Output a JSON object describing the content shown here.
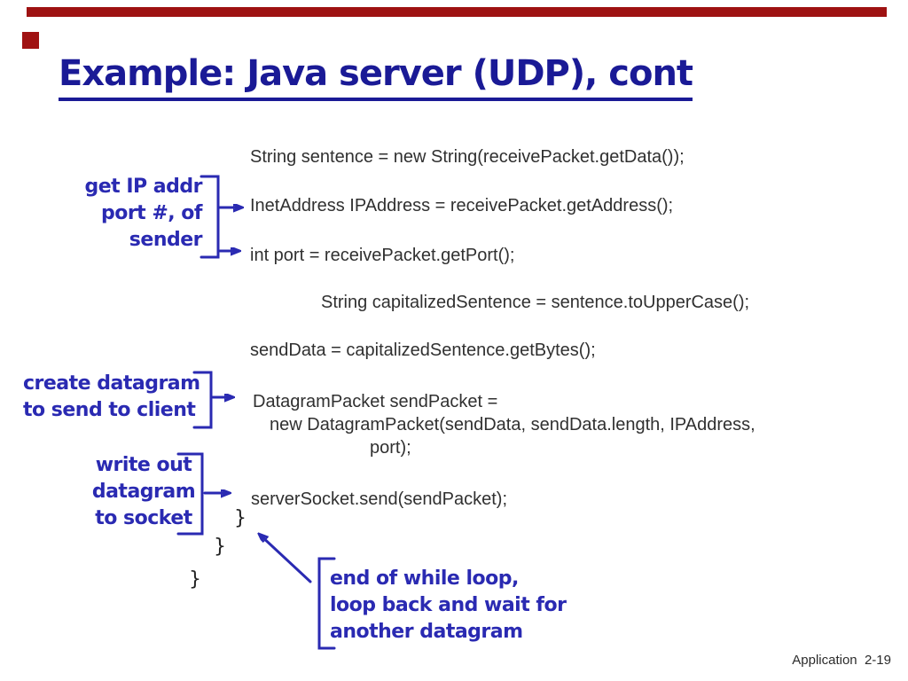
{
  "slide": {
    "title": "Example: Java server (UDP), cont",
    "page_label": "Application  2-19",
    "colors": {
      "title_navy": "#1a1a96",
      "annotation_blue": "#2a2ab2",
      "code_gray": "#303030",
      "template_red": "#9e1212"
    }
  },
  "code": {
    "lines": [
      "String sentence = new String(receivePacket.getData());",
      "InetAddress IPAddress = receivePacket.getAddress();",
      "int port = receivePacket.getPort();",
      "String capitalizedSentence = sentence.toUpperCase();",
      "sendData = capitalizedSentence.getBytes();",
      "DatagramPacket sendPacket =",
      "new DatagramPacket(sendData, sendData.length, IPAddress,",
      "port);",
      "serverSocket.send(sendPacket);"
    ],
    "braces": [
      "}",
      "}",
      "}"
    ]
  },
  "annotations": {
    "get_ip": "get IP addr\nport #, of\nsender",
    "create_datagram": "create datagram\nto send to client",
    "write_out": "write out\ndatagram\nto socket",
    "end_while": "end of while loop,\nloop back and wait for\nanother datagram"
  }
}
